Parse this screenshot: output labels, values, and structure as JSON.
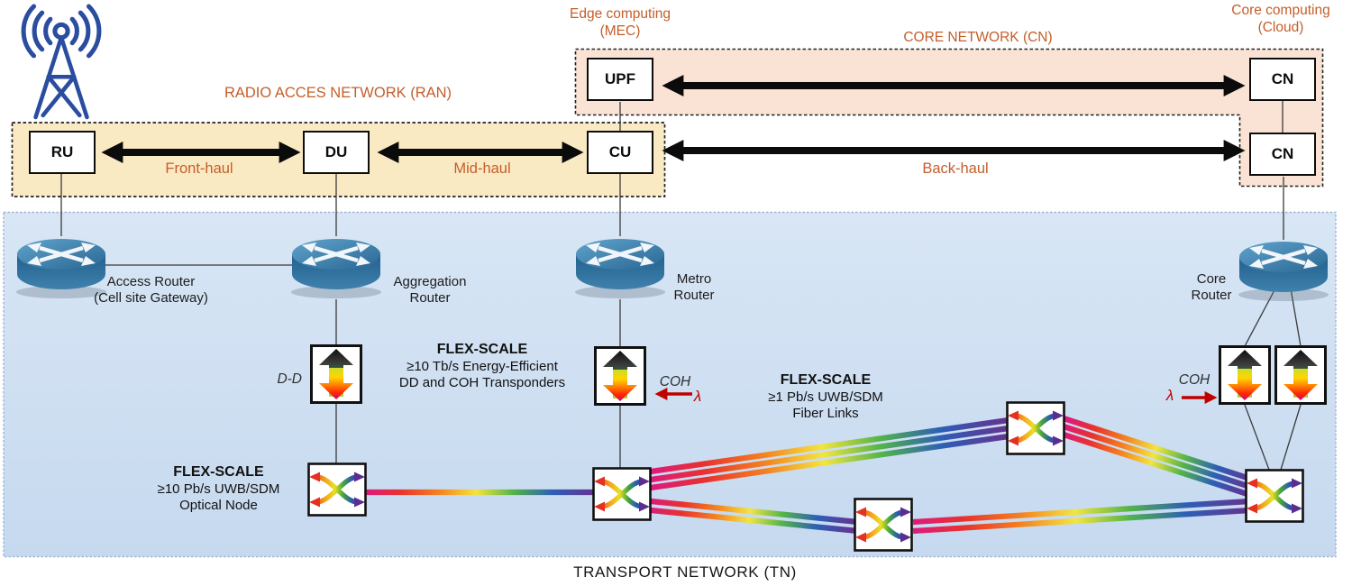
{
  "labels": {
    "ran": "RADIO ACCES NETWORK (RAN)",
    "mec1": "Edge computing",
    "mec2": "(MEC)",
    "cn": "CORE NETWORK (CN)",
    "cloud1": "Core computing",
    "cloud2": "(Cloud)",
    "front": "Front-haul",
    "mid": "Mid-haul",
    "back": "Back-haul",
    "tn": "TRANSPORT NETWORK (TN)"
  },
  "boxes": {
    "ru": "RU",
    "du": "DU",
    "cu": "CU",
    "upf": "UPF",
    "cn1": "CN",
    "cn2": "CN"
  },
  "routers": {
    "access1": "Access Router",
    "access2": "(Cell site Gateway)",
    "agg1": "Aggregation",
    "agg2": "Router",
    "metro1": "Metro",
    "metro2": "Router",
    "core1": "Core",
    "core2": "Router"
  },
  "flex": {
    "t1_title": "FLEX-SCALE",
    "t1_l1": "≥10 Tb/s Energy-Efficient",
    "t1_l2": "DD and COH Transponders",
    "t2_title": "FLEX-SCALE",
    "t2_l1": "≥1 Pb/s UWB/SDM",
    "t2_l2": "Fiber Links",
    "t3_title": "FLEX-SCALE",
    "t3_l1": "≥10 Pb/s UWB/SDM",
    "t3_l2": "Optical Node"
  },
  "annotations": {
    "dd": "D-D",
    "coh_left": "COH",
    "lambda_left": "λ",
    "coh_right": "COH",
    "lambda_right": "λ"
  },
  "colors": {
    "accent_orange": "#C45E2A",
    "ran_fill": "#FAEAC4",
    "core_fill": "#FAE3D5",
    "tn_fill_top": "#D8E6F5",
    "tn_fill_bottom": "#C6D9EF",
    "red_accent": "#C00000",
    "router_blue": "#2E6E9E",
    "antenna_blue": "#2A4DA0"
  }
}
